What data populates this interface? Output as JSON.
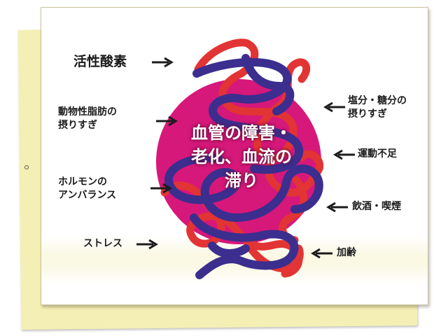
{
  "center": {
    "line1": "血管の障害・",
    "line2": "老化、血流の",
    "line3": "滞り"
  },
  "left_factors": [
    {
      "line1": "活性酸素",
      "line2": ""
    },
    {
      "line1": "動物性脂肪の",
      "line2": "摂りすぎ"
    },
    {
      "line1": "ホルモンの",
      "line2": "アンバランス"
    },
    {
      "line1": "ストレス",
      "line2": ""
    }
  ],
  "right_factors": [
    {
      "line1": "塩分・糖分の",
      "line2": "摂りすぎ"
    },
    {
      "line1": "運動不足",
      "line2": ""
    },
    {
      "line1": "飲酒・喫煙",
      "line2": ""
    },
    {
      "line1": "加齢",
      "line2": ""
    }
  ],
  "colors": {
    "circle": "#d6187a",
    "artery": "#e23434",
    "vein": "#3b2e8e",
    "back_card": "#f4efb4",
    "text": "#1b1b1b",
    "center_text": "#ffffff"
  }
}
